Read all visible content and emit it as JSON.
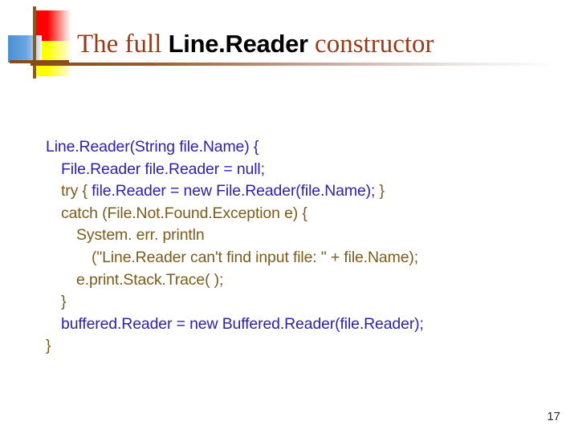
{
  "slide": {
    "title": {
      "part1": "The full ",
      "part2": "Line.Reader",
      "part3": " constructor"
    },
    "page_number": "17",
    "colors": {
      "title_serif": "#953b17",
      "title_bold": "#000000",
      "code_blue": "#2f21a8",
      "code_olive": "#7a5c1b",
      "logo_red": "#ff0000",
      "logo_yellow": "#ffff00",
      "logo_blue": "#4a8fd4",
      "logo_line": "#8a5a1e",
      "background": "#ffffff"
    },
    "logo": {
      "red_square": "red-square",
      "yellow_square": "yellow-square",
      "blue_rect": "blue-rectangle",
      "vertical_line": "vertical-line",
      "horizontal_line": "horizontal-line"
    },
    "code": {
      "lines": [
        {
          "indent": 0,
          "segments": [
            {
              "text": "Line.Reader(String file.Name) {",
              "color": "blue"
            }
          ]
        },
        {
          "indent": 1,
          "segments": [
            {
              "text": "File.Reader file.Reader = null;",
              "color": "blue"
            }
          ]
        },
        {
          "indent": 1,
          "segments": [
            {
              "text": "try { ",
              "color": "olive"
            },
            {
              "text": "file.Reader = new File.Reader(file.Name);",
              "color": "blue"
            },
            {
              "text": " }",
              "color": "olive"
            }
          ]
        },
        {
          "indent": 1,
          "segments": [
            {
              "text": "catch (File.Not.Found.Exception e) {",
              "color": "olive"
            }
          ]
        },
        {
          "indent": 2,
          "segments": [
            {
              "text": "System. err. println",
              "color": "olive"
            }
          ]
        },
        {
          "indent": 3,
          "segments": [
            {
              "text": "(\"Line.Reader can't find input file: \" + file.Name);",
              "color": "olive"
            }
          ]
        },
        {
          "indent": 2,
          "segments": [
            {
              "text": "e.print.Stack.Trace( );",
              "color": "olive"
            }
          ]
        },
        {
          "indent": 1,
          "segments": [
            {
              "text": "}",
              "color": "olive"
            }
          ]
        },
        {
          "indent": 1,
          "segments": [
            {
              "text": "buffered.Reader = new Buffered.Reader(file.Reader);",
              "color": "blue"
            }
          ]
        },
        {
          "indent": 0,
          "segments": [
            {
              "text": "}",
              "color": "olive"
            }
          ]
        }
      ]
    }
  }
}
